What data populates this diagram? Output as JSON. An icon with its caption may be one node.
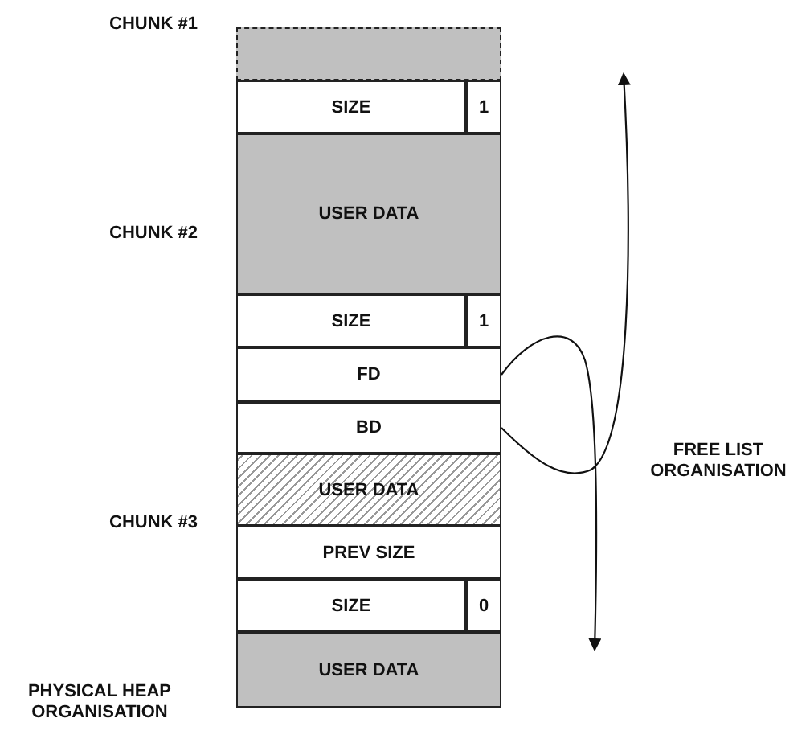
{
  "diagram": {
    "nodes": [
      {
        "text": [],
        "shape": "box"
      },
      {
        "text": [
          "SIZE"
        ]
      },
      {
        "text": [
          "1"
        ]
      },
      {
        "text": [
          "USER DATA"
        ]
      },
      {
        "text": [
          "SIZE"
        ]
      },
      {
        "text": [
          "1"
        ]
      },
      {
        "text": [
          "FD"
        ]
      },
      {
        "text": [
          "BD"
        ]
      },
      {
        "text": [
          "USER DATA"
        ]
      },
      {
        "text": [
          "PREV SIZE"
        ]
      },
      {
        "text": [
          "SIZE"
        ]
      },
      {
        "text": [
          "0"
        ]
      },
      {
        "text": [
          "USER DATA"
        ]
      }
    ],
    "edges": [
      {
        "from": 6,
        "to": null,
        "arrow": "to"
      },
      {
        "from": 7,
        "to": null,
        "arrow": "to"
      }
    ],
    "labels": [
      "CHUNK #1",
      "CHUNK #2",
      "FREE LIST ORGANISATION",
      "CHUNK #3",
      "PHYSICAL HEAP ORGANISATION"
    ]
  }
}
